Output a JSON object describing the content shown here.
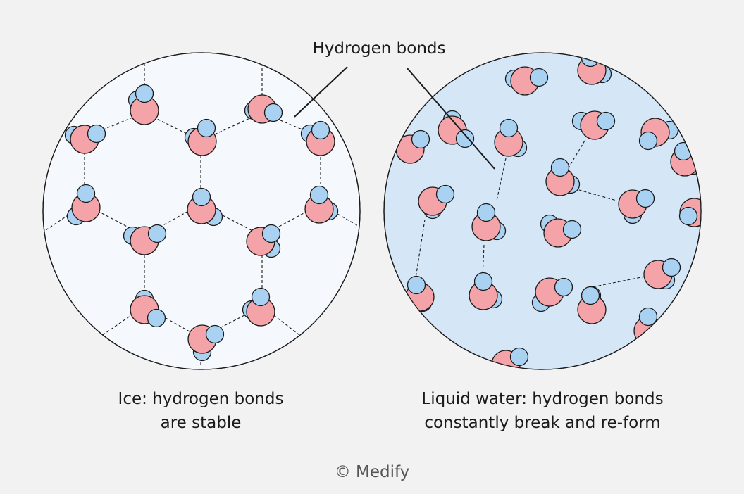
{
  "callout": {
    "text": "Hydrogen bonds"
  },
  "ice": {
    "caption_line1": "Ice: hydrogen bonds",
    "caption_line2": "are stable"
  },
  "liquid": {
    "caption_line1": "Liquid water: hydrogen bonds",
    "caption_line2": "constantly break and re-form"
  },
  "credit": {
    "text": "© Medify"
  },
  "colors": {
    "background": "#f2f2f2",
    "ice_fill": "#f5f9fd",
    "liquid_fill": "#d5e7f6",
    "oxygen": "#f4a3a8",
    "hydrogen": "#a9d1f1",
    "outline": "#1a1a1a"
  }
}
